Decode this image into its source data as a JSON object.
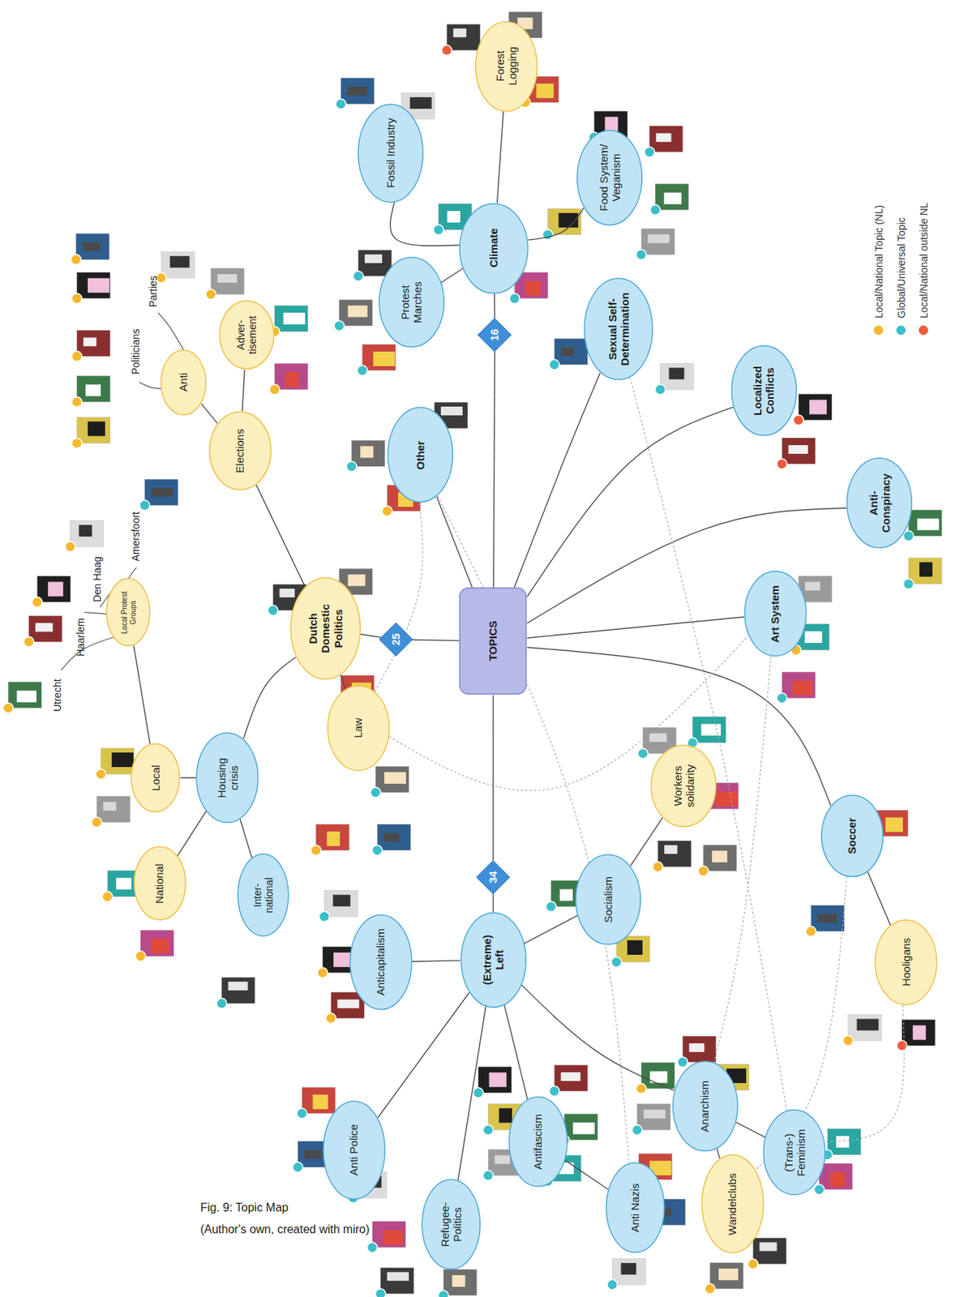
{
  "diagram": {
    "caption": "Fig. 9: Topic Map",
    "nodes": [
      {
        "text": [
          "TOPICS"
        ]
      },
      {
        "text": [
          "16"
        ]
      },
      {
        "text": [
          "Climate"
        ]
      },
      {
        "text": [
          "Fossil Industry"
        ]
      },
      {
        "text": [
          "Forest Logging"
        ]
      },
      {
        "text": [
          "Food System/ Veganism"
        ]
      },
      {
        "text": [
          "Protest Marches"
        ]
      },
      {
        "text": [
          "Sexual Self- Determination"
        ]
      },
      {
        "text": [
          "Localized Conflicts"
        ]
      },
      {
        "text": [
          "Anti- Conspiracy"
        ]
      },
      {
        "text": [
          "Art System"
        ]
      },
      {
        "text": [
          "Other"
        ]
      },
      {
        "text": [
          "25"
        ]
      },
      {
        "text": [
          "Dutch Domestic Politics"
        ]
      },
      {
        "text": [
          "Elections"
        ]
      },
      {
        "text": [
          "Anti"
        ]
      },
      {
        "text": [
          "Adver- tisement"
        ]
      },
      {
        "text": [
          "Law"
        ]
      },
      {
        "text": [
          "Housing crisis"
        ]
      },
      {
        "text": [
          "Local"
        ]
      },
      {
        "text": [
          "Local Protest Groups"
        ]
      },
      {
        "text": [
          "National"
        ]
      },
      {
        "text": [
          "Inter- national"
        ]
      },
      {
        "text": [
          "34"
        ]
      },
      {
        "text": [
          "(Extreme) Left"
        ]
      },
      {
        "text": [
          "Anticapitalism"
        ]
      },
      {
        "text": [
          "Socialism"
        ]
      },
      {
        "text": [
          "Workers solidarity"
        ]
      },
      {
        "text": [
          "Soccer"
        ]
      },
      {
        "text": [
          "Hooligans"
        ]
      },
      {
        "text": [
          "Anarchism"
        ]
      },
      {
        "text": [
          "(Trans-) Feminism"
        ]
      },
      {
        "text": [
          "Wandelclubs"
        ]
      },
      {
        "text": [
          "Anti Nazis"
        ]
      },
      {
        "text": [
          "Antifascism"
        ]
      },
      {
        "text": [
          "Refugee- Politics"
        ]
      },
      {
        "text": [
          "Anti Police"
        ]
      }
    ],
    "edges": [
      {
        "from": 0,
        "to": 1,
        "arrow": "none"
      },
      {
        "from": 1,
        "to": 2,
        "arrow": "none"
      },
      {
        "from": 2,
        "to": 3,
        "arrow": "none"
      },
      {
        "from": 2,
        "to": 4,
        "arrow": "none"
      },
      {
        "from": 2,
        "to": 5,
        "arrow": "none"
      },
      {
        "from": 2,
        "to": 6,
        "arrow": "none"
      },
      {
        "from": 0,
        "to": 7,
        "arrow": "none"
      },
      {
        "from": 0,
        "to": 8,
        "arrow": "none"
      },
      {
        "from": 0,
        "to": 9,
        "arrow": "none"
      },
      {
        "from": 0,
        "to": 10,
        "arrow": "none"
      },
      {
        "from": 0,
        "to": 11,
        "arrow": "none"
      },
      {
        "from": 0,
        "to": 12,
        "arrow": "none"
      },
      {
        "from": 12,
        "to": 13,
        "arrow": "none"
      },
      {
        "from": 13,
        "to": 14,
        "arrow": "none"
      },
      {
        "from": 14,
        "to": 15,
        "arrow": "none"
      },
      {
        "from": 14,
        "to": 16,
        "arrow": "none"
      },
      {
        "from": 13,
        "to": 18,
        "arrow": "none"
      },
      {
        "from": 13,
        "to": 17,
        "arrow": "none"
      },
      {
        "from": 18,
        "to": 19,
        "arrow": "none"
      },
      {
        "from": 19,
        "to": 20,
        "arrow": "none"
      },
      {
        "from": 18,
        "to": 21,
        "arrow": "none"
      },
      {
        "from": 18,
        "to": 22,
        "arrow": "none"
      },
      {
        "from": 0,
        "to": 23,
        "arrow": "none"
      },
      {
        "from": 23,
        "to": 24,
        "arrow": "none"
      },
      {
        "from": 24,
        "to": 25,
        "arrow": "none"
      },
      {
        "from": 24,
        "to": 26,
        "arrow": "none"
      },
      {
        "from": 26,
        "to": 27,
        "arrow": "none"
      },
      {
        "from": 0,
        "to": 28,
        "arrow": "none"
      },
      {
        "from": 28,
        "to": 29,
        "arrow": "none"
      },
      {
        "from": 24,
        "to": 30,
        "arrow": "none"
      },
      {
        "from": 30,
        "to": 31,
        "arrow": "none"
      },
      {
        "from": 30,
        "to": 32,
        "arrow": "none"
      },
      {
        "from": 24,
        "to": 34,
        "arrow": "none"
      },
      {
        "from": 34,
        "to": 33,
        "arrow": "none"
      },
      {
        "from": 24,
        "to": 36,
        "arrow": "none"
      },
      {
        "from": 24,
        "to": 35,
        "arrow": "none"
      },
      {
        "from": 17,
        "to": 11,
        "arrow": "none"
      },
      {
        "from": 17,
        "to": 10,
        "arrow": "none"
      },
      {
        "from": 11,
        "to": 33,
        "arrow": "none"
      },
      {
        "from": 7,
        "to": 31,
        "arrow": "none"
      },
      {
        "from": 10,
        "to": 30,
        "arrow": "none"
      },
      {
        "from": 28,
        "to": 32,
        "arrow": "none"
      },
      {
        "from": 29,
        "to": 31,
        "arrow": "none"
      }
    ],
    "labels": [
      "Parties",
      "Politicians",
      "Amersfoort",
      "Den Haag",
      "Haarlem",
      "Utrecht",
      "(Author's own, created with miro)"
    ],
    "legend": [
      {
        "text": "Local/National Topic (NL)",
        "color": "#f5b82e"
      },
      {
        "text": "Global/Universal Topic",
        "color": "#3bbfc9"
      },
      {
        "text": "Local/National outside NL",
        "color": "#ee5b3b"
      }
    ]
  }
}
